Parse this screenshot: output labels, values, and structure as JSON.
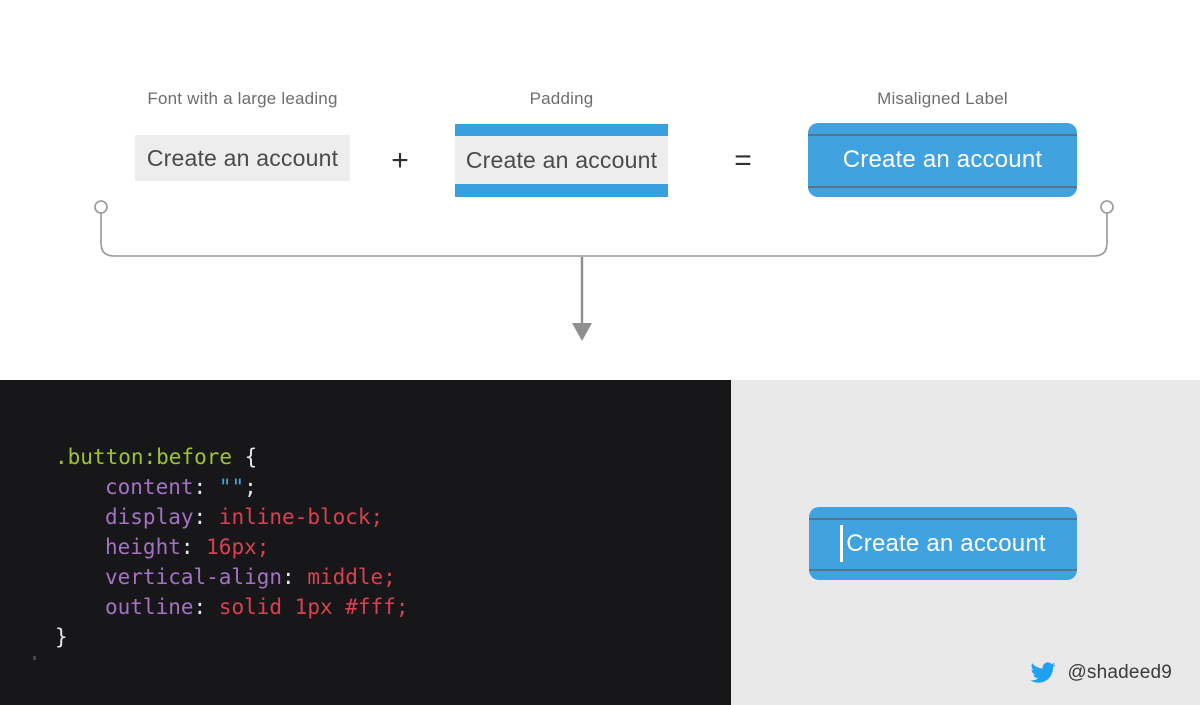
{
  "colors": {
    "bar_blue": "#379fdd",
    "button_blue": "#41a2e0",
    "guide_line_gray": "#5d6b7a",
    "box_gray": "#ededed",
    "panel_dark": "#17171a",
    "panel_light": "#e9e9e9",
    "connector_gray": "#979797",
    "twitter_blue": "#1da1f2",
    "code_selector_green": "#a0c232",
    "code_property_purple": "#a472c4",
    "code_value_red": "#d8414f",
    "code_string_blue": "#4aa0d5"
  },
  "diagram": {
    "leading": {
      "label": "Font with a large leading",
      "text": "Create an account"
    },
    "plus": "+",
    "padding": {
      "label": "Padding",
      "text": "Create an account"
    },
    "equals": "=",
    "misaligned": {
      "label": "Misaligned Label",
      "button_text": "Create an account"
    }
  },
  "code": {
    "line1": {
      "selector": ".button:before",
      "brace": " {"
    },
    "line2": {
      "prop": "content",
      "colon": ": ",
      "value": "\"\"",
      "semi": ";"
    },
    "line3": {
      "prop": "display",
      "colon": ": ",
      "value": "inline-block;"
    },
    "line4": {
      "prop": "height",
      "colon": ": ",
      "value": "16px;"
    },
    "line5": {
      "prop": "vertical-align",
      "colon": ": ",
      "value": "middle;"
    },
    "line6": {
      "prop": "outline",
      "colon": ": ",
      "value": "solid 1px #fff;"
    },
    "line7": {
      "brace": "}"
    }
  },
  "preview": {
    "button_text": "Create an account"
  },
  "footer": {
    "icon": "twitter-bird-icon",
    "handle": "@shadeed9"
  }
}
